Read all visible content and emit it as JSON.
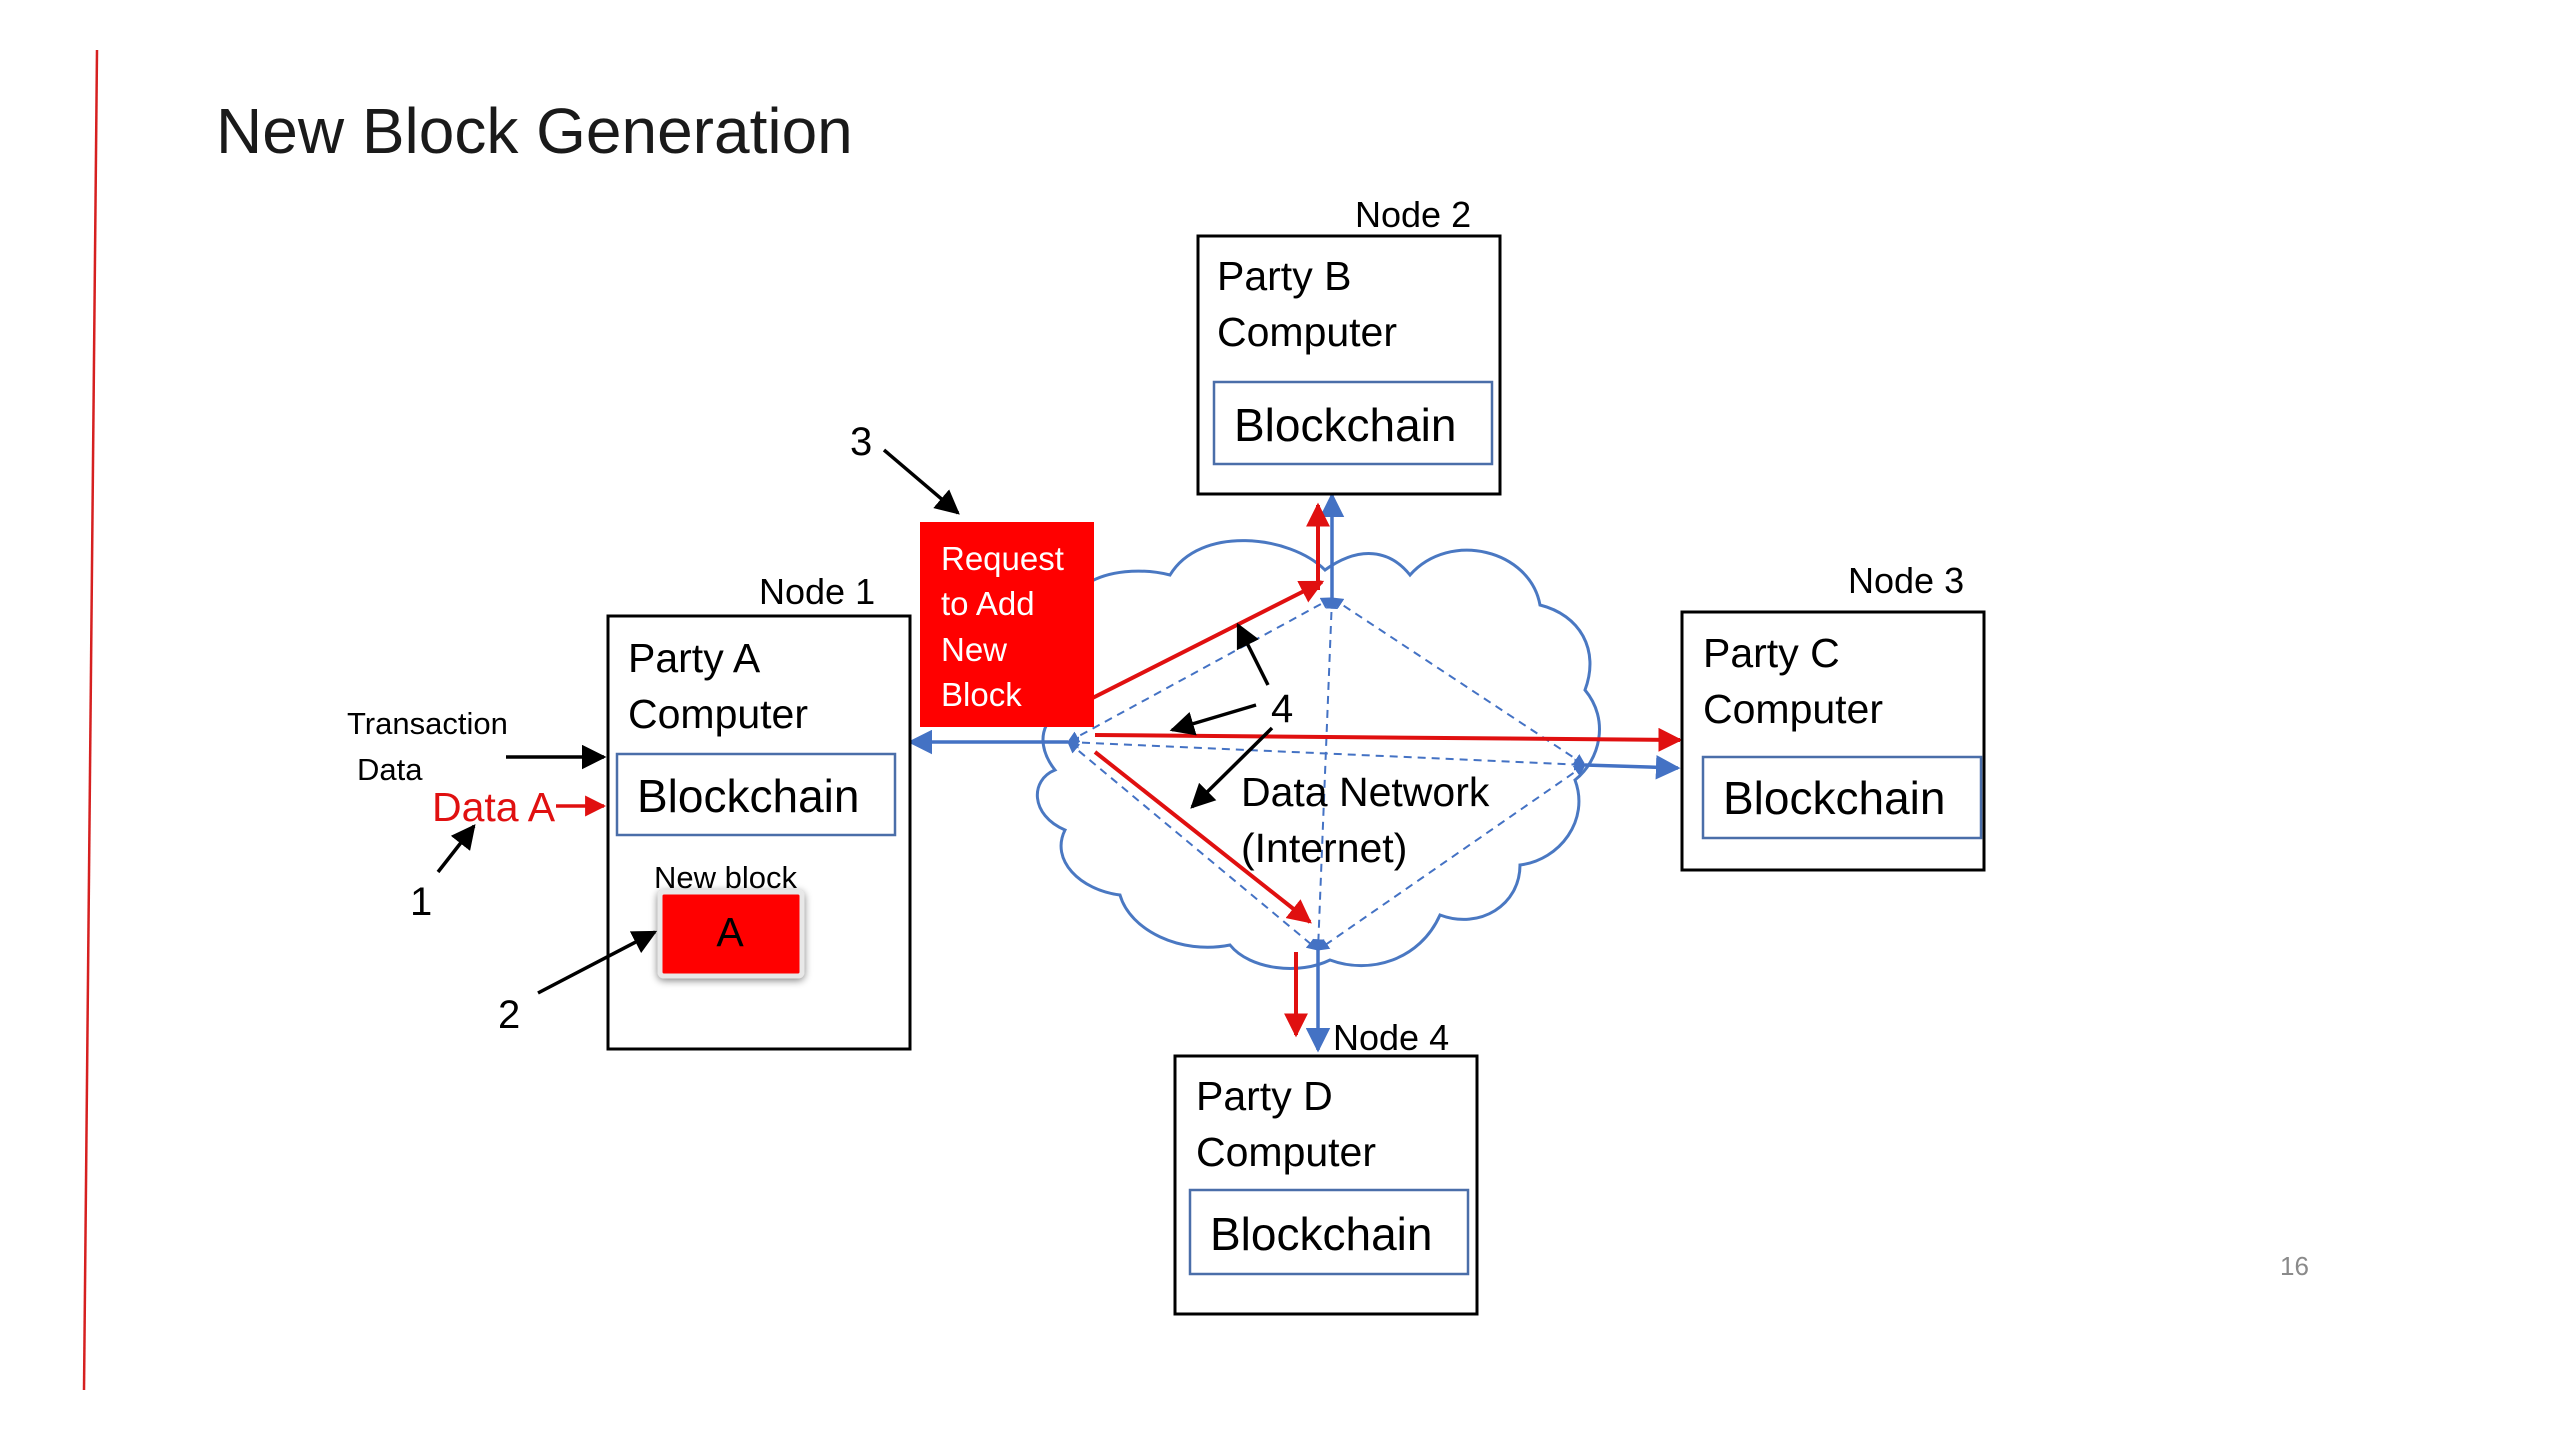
{
  "slide": {
    "title": "New Block Generation",
    "page_number": "16"
  },
  "colors": {
    "accent_red": "#e01010",
    "block_red": "#ff0000",
    "network_blue": "#4472c4",
    "cloud_outline": "#4a78c2"
  },
  "nodes": {
    "node1": {
      "label": "Node 1",
      "party_line1": "Party A",
      "party_line2": "Computer",
      "chain": "Blockchain"
    },
    "node2": {
      "label": "Node 2",
      "party_line1": "Party B",
      "party_line2": "Computer",
      "chain": "Blockchain"
    },
    "node3": {
      "label": "Node 3",
      "party_line1": "Party C",
      "party_line2": "Computer",
      "chain": "Blockchain"
    },
    "node4": {
      "label": "Node 4",
      "party_line1": "Party D",
      "party_line2": "Computer",
      "chain": "Blockchain"
    }
  },
  "transaction": {
    "line1": "Transaction",
    "line2": "Data",
    "data_label": "Data A"
  },
  "new_block": {
    "caption": "New block",
    "letter": "A"
  },
  "request": {
    "line1": "Request",
    "line2": "to Add",
    "line3": "New",
    "line4": "Block"
  },
  "network": {
    "line1": "Data Network",
    "line2": "(Internet)"
  },
  "steps": {
    "s1": "1",
    "s2": "2",
    "s3": "3",
    "s4": "4"
  }
}
